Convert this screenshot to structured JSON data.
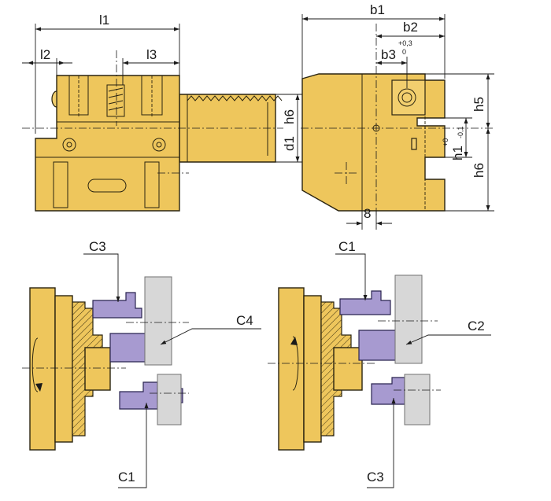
{
  "top_view": {
    "dims": {
      "l1": "l1",
      "l2": "l2",
      "l3": "l3",
      "h6": "h6",
      "d1": "d1"
    }
  },
  "side_view": {
    "dims": {
      "b1": "b1",
      "b2": "b2",
      "b3": "b3",
      "b3_tol_upper": "+0,3",
      "b3_tol_lower": "0",
      "h5": "h5",
      "h1": "h1",
      "h1_tol_upper": "+0",
      "h1_tol_lower": "-0,1",
      "h6": "h6",
      "eight": "8"
    }
  },
  "setup_left": {
    "labels": {
      "top": "C3",
      "right": "C4",
      "bottom": "C1"
    }
  },
  "setup_right": {
    "labels": {
      "top": "C1",
      "right": "C2",
      "bottom": "C3"
    }
  },
  "colors": {
    "holder_body": "#eec65c",
    "tool": "#a79ad0",
    "workpiece": "#d7d7d7",
    "line": "#1a1a1a"
  }
}
